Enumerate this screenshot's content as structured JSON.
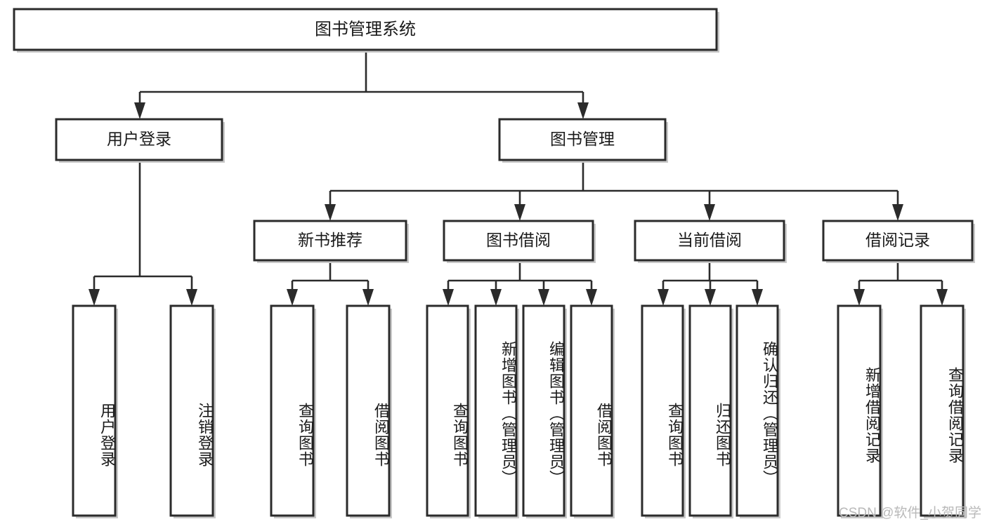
{
  "diagram": {
    "title": "图书管理系统",
    "type": "hierarchy-tree",
    "root": {
      "id": "root",
      "label": "图书管理系统"
    },
    "level2": [
      {
        "id": "user-login",
        "label": "用户登录"
      },
      {
        "id": "book-manage",
        "label": "图书管理"
      }
    ],
    "level3": [
      {
        "id": "new-book-rec",
        "label": "新书推荐",
        "parent": "book-manage"
      },
      {
        "id": "book-borrow",
        "label": "图书借阅",
        "parent": "book-manage"
      },
      {
        "id": "current-borrow",
        "label": "当前借阅",
        "parent": "book-manage"
      },
      {
        "id": "borrow-record",
        "label": "借阅记录",
        "parent": "book-manage"
      }
    ],
    "leaves": [
      {
        "id": "leaf-user-login",
        "label": "用户登录",
        "parent": "user-login"
      },
      {
        "id": "leaf-logout",
        "label": "注销登录",
        "parent": "user-login"
      },
      {
        "id": "leaf-query-book-1",
        "label": "查询图书",
        "parent": "new-book-rec"
      },
      {
        "id": "leaf-borrow-book-1",
        "label": "借阅图书",
        "parent": "new-book-rec"
      },
      {
        "id": "leaf-query-book-2",
        "label": "查询图书",
        "parent": "book-borrow"
      },
      {
        "id": "leaf-add-book",
        "label": "新增图书（管理员）",
        "parent": "book-borrow"
      },
      {
        "id": "leaf-edit-book",
        "label": "编辑图书（管理员）",
        "parent": "book-borrow"
      },
      {
        "id": "leaf-borrow-book-2",
        "label": "借阅图书",
        "parent": "book-borrow"
      },
      {
        "id": "leaf-query-book-3",
        "label": "查询图书",
        "parent": "current-borrow"
      },
      {
        "id": "leaf-return-book",
        "label": "归还图书",
        "parent": "current-borrow"
      },
      {
        "id": "leaf-confirm-return",
        "label": "确认归还（管理员）",
        "parent": "current-borrow"
      },
      {
        "id": "leaf-add-record",
        "label": "新增借阅记录",
        "parent": "borrow-record"
      },
      {
        "id": "leaf-query-record",
        "label": "查询借阅记录",
        "parent": "borrow-record"
      }
    ]
  },
  "watermark": {
    "text": "CSDN @软件_小贺同学"
  },
  "colors": {
    "background": "#ffffff",
    "box_stroke": "#2b2b2b",
    "box_fill": "#ffffff",
    "shadow": "#c9c9c9",
    "text": "#1a1a1a",
    "watermark": "#b9b9b9"
  }
}
